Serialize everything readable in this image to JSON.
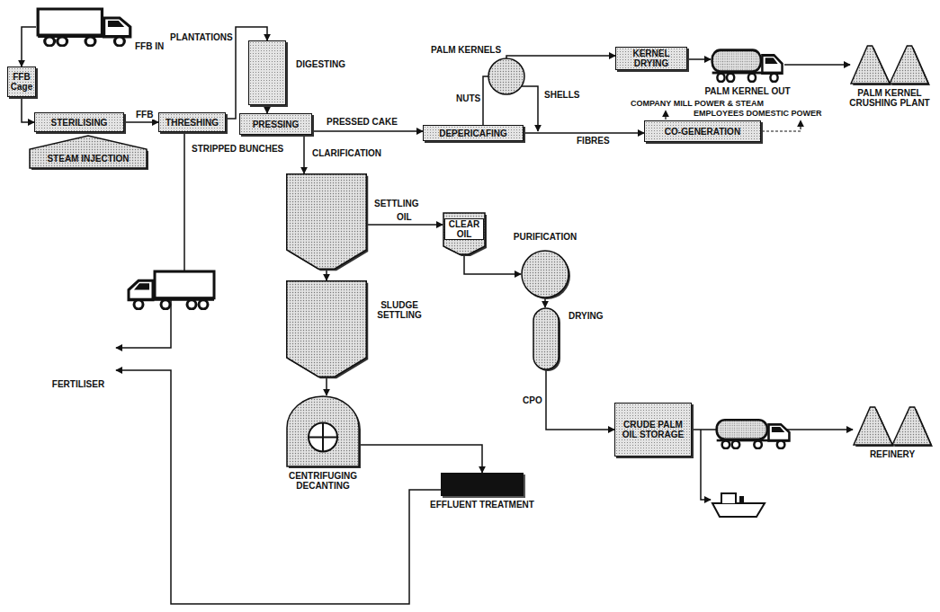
{
  "diagram": {
    "nodes": [
      {
        "text": [
          "FFB IN"
        ]
      },
      {
        "text": [
          "FFB Cage"
        ]
      },
      {
        "text": [
          "STEAM INJECTION"
        ]
      },
      {
        "text": [
          "STERILISING"
        ]
      },
      {
        "text": [
          "THRESHING"
        ]
      },
      {
        "text": [
          "DIGESTING"
        ]
      },
      {
        "text": [
          "PRESSING"
        ]
      },
      {
        "text": [
          "DEPERICAFING"
        ]
      },
      {
        "text": [
          "KERNEL DRYING"
        ]
      },
      {
        "text": [
          "PALM KERNEL OUT"
        ]
      },
      {
        "text": [
          "PALM KERNEL CRUSHING PLANT"
        ]
      },
      {
        "text": [
          "CO-GENERATION"
        ]
      },
      {
        "text": [
          "SETTLING"
        ]
      },
      {
        "text": [
          "CLEAR OIL"
        ]
      },
      {
        "text": [
          "PURIFICATION"
        ]
      },
      {
        "text": [
          "DRYING"
        ]
      },
      {
        "text": [
          "CRUDE PALM OIL STORAGE"
        ]
      },
      {
        "text": [
          "REFINERY"
        ]
      },
      {
        "text": [
          "SLUDGE SETTLING"
        ]
      },
      {
        "text": [
          "CENTRIFUGING DECANTING"
        ]
      },
      {
        "text": [
          "EFFLUENT TREATMENT"
        ]
      },
      {
        "text": [
          "FERTILISER"
        ]
      }
    ],
    "edges": [
      {
        "from": 0,
        "to": 1,
        "arrow": "to"
      },
      {
        "from": 1,
        "to": 3,
        "arrow": "to"
      },
      {
        "from": 3,
        "to": 4,
        "label": "FFB",
        "arrow": "to"
      },
      {
        "from": 4,
        "to": 5,
        "arrow": "to"
      },
      {
        "from": 5,
        "to": 6,
        "arrow": "to"
      },
      {
        "from": 6,
        "to": 7,
        "label": "PRESSED CAKE",
        "arrow": "to"
      },
      {
        "from": 7,
        "to": 8,
        "arrow": "to"
      },
      {
        "from": 7,
        "to": 11,
        "label": "FIBRES",
        "arrow": "to"
      },
      {
        "from": 8,
        "to": 9,
        "arrow": "to"
      },
      {
        "from": 9,
        "to": 10,
        "arrow": "to"
      },
      {
        "from": 6,
        "to": 12,
        "label": "CLARIFICATION",
        "arrow": "to"
      },
      {
        "from": 12,
        "to": 13,
        "label": "OIL",
        "arrow": "to"
      },
      {
        "from": 13,
        "to": 14,
        "arrow": "to"
      },
      {
        "from": 14,
        "to": 15,
        "arrow": "to"
      },
      {
        "from": 15,
        "to": 16,
        "label": "CPO",
        "arrow": "to"
      },
      {
        "from": 16,
        "to": 17,
        "arrow": "to"
      },
      {
        "from": 12,
        "to": 18,
        "arrow": "to"
      },
      {
        "from": 18,
        "to": 19,
        "arrow": "to"
      },
      {
        "from": 19,
        "to": 20,
        "arrow": "to"
      },
      {
        "from": 4,
        "to": 21,
        "label": "STRIPPED BUNCHES",
        "arrow": "to"
      },
      {
        "from": 20,
        "to": 21,
        "arrow": "to"
      }
    ],
    "labels": [
      "PLANTATIONS",
      "PALM KERNELS",
      "NUTS",
      "SHELLS",
      "COMPANY MILL POWER & STEAM",
      "EMPLOYEES DOMESTIC POWER"
    ]
  }
}
